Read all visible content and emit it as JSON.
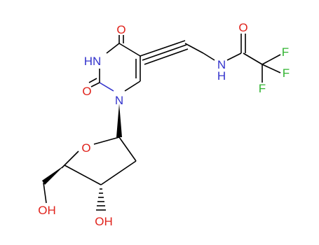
{
  "colors": {
    "carbon_bond": "#000000",
    "nitrogen": "#3333cc",
    "oxygen": "#e0231c",
    "fluorine": "#32b432",
    "background": "#ffffff"
  },
  "atoms": {
    "o_c4": "O",
    "nh_n3": "HN",
    "o_c2": "O",
    "n1": "N",
    "nh_amide": "N",
    "h_amide": "H",
    "o_amide": "O",
    "f1": "F",
    "f2": "F",
    "f3": "F",
    "o_ring": "O",
    "oh_c5": "OH",
    "oh_c3": "OH"
  }
}
